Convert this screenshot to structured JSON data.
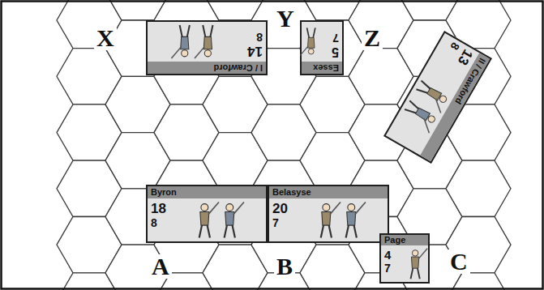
{
  "diagram": {
    "nodes": [
      {
        "text": [
          "I / Crawford",
          "14",
          "8"
        ]
      },
      {
        "text": [
          "Essex",
          "5",
          "7"
        ]
      },
      {
        "text": [
          "II / Crawford",
          "13",
          "8"
        ]
      },
      {
        "text": [
          "Byron",
          "18",
          "8"
        ]
      },
      {
        "text": [
          "Belasyse",
          "20",
          "7"
        ]
      },
      {
        "text": [
          "Page",
          "4",
          "7"
        ]
      }
    ],
    "labels": [
      "X",
      "Y",
      "Z",
      "A",
      "B",
      "C"
    ]
  }
}
